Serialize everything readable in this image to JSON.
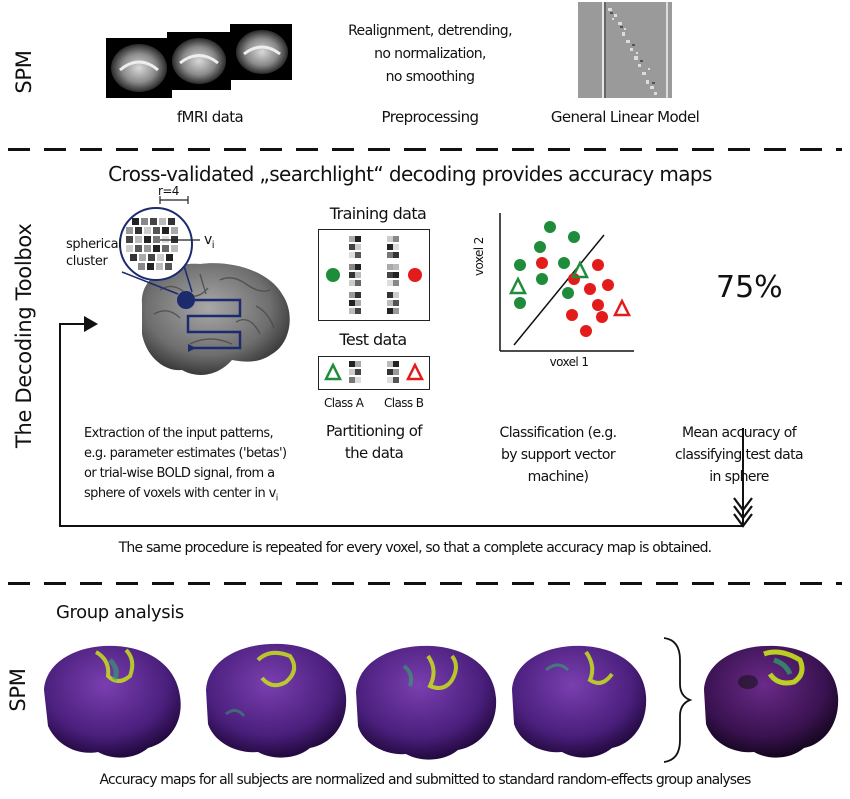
{
  "spm_label": "SPM",
  "decoding_label": "The Decoding Toolbox",
  "spm_bottom_label": "SPM",
  "spm": {
    "preprocessing_note": [
      "Realignment, detrending,",
      "no normalization,",
      "no smoothing"
    ],
    "fmri_caption": "fMRI data",
    "preprocessing_caption": "Preprocessing",
    "glm_caption": "General Linear Model"
  },
  "decoding": {
    "heading": "Cross-validated „searchlight“ decoding provides accuracy maps",
    "radius": "r=4",
    "spherical_cluster": [
      "spherical",
      "cluster"
    ],
    "voxel_index": "v",
    "voxel_sub": "i",
    "training_title": "Training data",
    "test_title": "Test data",
    "class_a": "Class A",
    "class_b": "Class B",
    "voxel2": "voxel 2",
    "voxel1": "voxel 1",
    "accuracy": "75%",
    "extraction_text": [
      "Extraction of the input patterns,",
      "e.g. parameter estimates ('betas')",
      "or trial-wise BOLD signal,  from a",
      "sphere of voxels with center in v"
    ],
    "extraction_sub": "i",
    "partition_text": [
      "Partitioning of",
      "the data"
    ],
    "classification_text": [
      "Classification (e.g.",
      "by support vector",
      "machine)"
    ],
    "mean_text": [
      "Mean accuracy of",
      "classifying test data",
      "in sphere"
    ],
    "repeat_text": "The same procedure is repeated for every voxel, so that a complete accuracy map is obtained."
  },
  "group": {
    "title": "Group analysis",
    "footer": "Accuracy maps for all subjects are normalized and submitted to standard random-effects group analyses"
  },
  "colors": {
    "green": "#1e8c3a",
    "red": "#e31b1b",
    "brain_purple": "#5a2a8a",
    "navy": "#1c2a6e"
  }
}
